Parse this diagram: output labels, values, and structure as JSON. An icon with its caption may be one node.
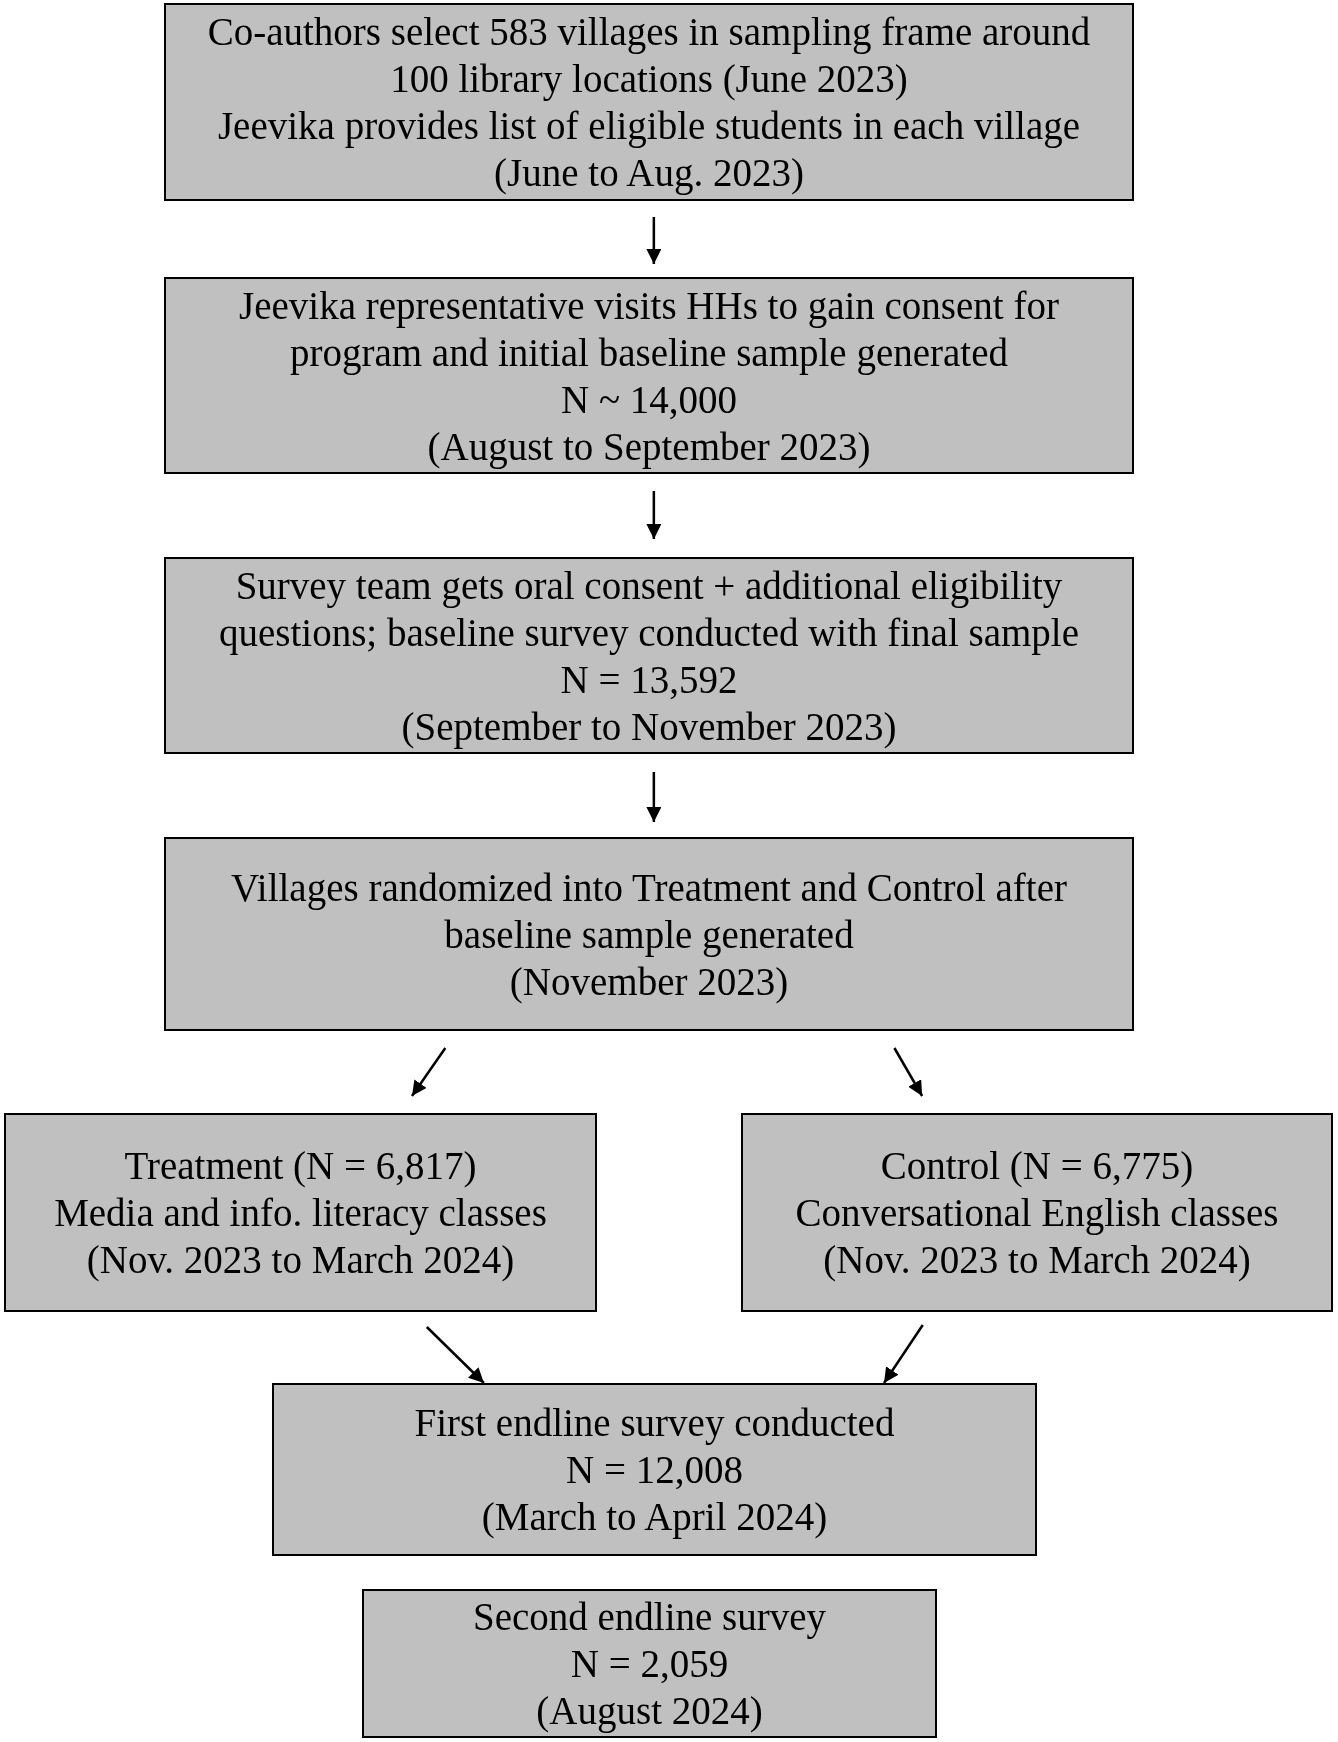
{
  "diagram": {
    "nodes": [
      {
        "text": [
          "Co-authors select 583 villages in sampling frame around 100 library locations (June 2023)",
          "Jeevika provides list of eligible students in each village",
          "(June to Aug. 2023)"
        ]
      },
      {
        "text": [
          "Jeevika representative visits HHs to gain consent for program and initial baseline sample generated",
          "N ~ 14,000",
          "(August to September 2023)"
        ]
      },
      {
        "text": [
          "Survey team gets oral consent + additional eligibility questions; baseline survey conducted with final sample",
          "N = 13,592",
          "(September to November 2023)"
        ]
      },
      {
        "text": [
          "Villages randomized into Treatment and Control after baseline sample generated",
          "(November 2023)"
        ]
      },
      {
        "text": [
          "Treatment (N = 6,817)",
          "Media and info. literacy classes",
          "(Nov. 2023 to March 2024)"
        ]
      },
      {
        "text": [
          "Control (N = 6,775)",
          "Conversational English classes",
          "(Nov. 2023 to March 2024)"
        ]
      },
      {
        "text": [
          "First endline survey conducted",
          "N = 12,008",
          "(March to April 2024)"
        ]
      },
      {
        "text": [
          "Second endline survey",
          "N = 2,059",
          "(August 2024)"
        ]
      }
    ],
    "edges": [
      {
        "from": 0,
        "to": 1,
        "arrow": "to"
      },
      {
        "from": 1,
        "to": 2,
        "arrow": "to"
      },
      {
        "from": 2,
        "to": 3,
        "arrow": "to"
      },
      {
        "from": 3,
        "to": 4,
        "arrow": "to"
      },
      {
        "from": 3,
        "to": 5,
        "arrow": "to"
      },
      {
        "from": 4,
        "to": 6,
        "arrow": "to"
      },
      {
        "from": 5,
        "to": 6,
        "arrow": "to"
      }
    ]
  }
}
